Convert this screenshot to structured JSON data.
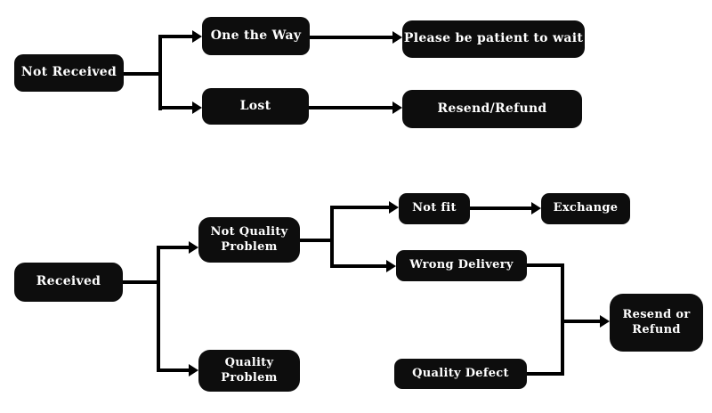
{
  "diagram": {
    "background_color": "#ffffff",
    "node_fill_color": "#0d0d0d",
    "node_text_color": "#ffffff",
    "connector_color": "#000000"
  },
  "nodes": {
    "not_received": {
      "label": "Not Received"
    },
    "one_the_way": {
      "label": "One the Way"
    },
    "lost": {
      "label": "Lost"
    },
    "please_wait": {
      "label": "Please be patient to wait"
    },
    "resend_refund": {
      "label": "Resend/Refund"
    },
    "received": {
      "label": "Received"
    },
    "not_quality_problem": {
      "label": "Not Quality\nProblem"
    },
    "quality_problem": {
      "label": "Quality\nProblem"
    },
    "not_fit": {
      "label": "Not fit"
    },
    "exchange": {
      "label": "Exchange"
    },
    "wrong_delivery": {
      "label": "Wrong Delivery"
    },
    "quality_defect": {
      "label": "Quality Defect"
    },
    "resend_or_refund": {
      "label": "Resend or\nRefund"
    }
  },
  "edges": [
    {
      "from": "not_received",
      "to": "one_the_way"
    },
    {
      "from": "not_received",
      "to": "lost"
    },
    {
      "from": "one_the_way",
      "to": "please_wait"
    },
    {
      "from": "lost",
      "to": "resend_refund"
    },
    {
      "from": "received",
      "to": "not_quality_problem"
    },
    {
      "from": "received",
      "to": "quality_problem"
    },
    {
      "from": "not_quality_problem",
      "to": "not_fit"
    },
    {
      "from": "not_quality_problem",
      "to": "wrong_delivery"
    },
    {
      "from": "not_fit",
      "to": "exchange"
    },
    {
      "from": "quality_problem",
      "to": "quality_defect"
    },
    {
      "from": "wrong_delivery",
      "to": "resend_or_refund"
    },
    {
      "from": "quality_defect",
      "to": "resend_or_refund"
    }
  ]
}
